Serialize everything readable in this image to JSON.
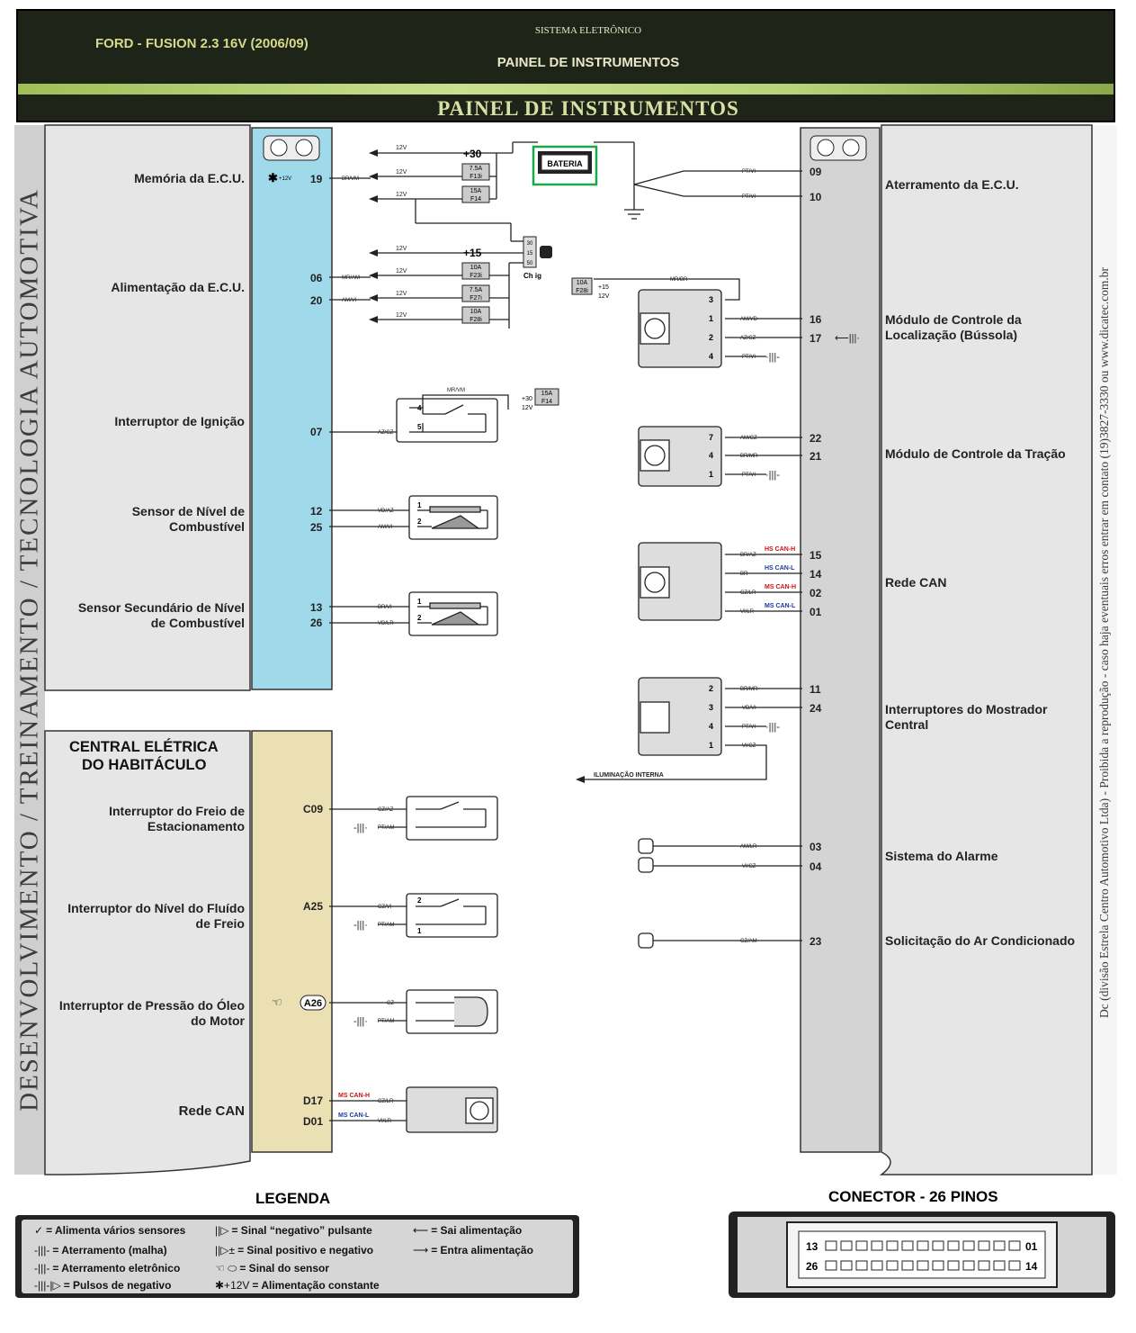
{
  "header": {
    "model": "FORD - FUSION 2.3 16V (2006/09)",
    "system": "SISTEMA ELETRÔNICO",
    "panel": "PAINEL DE INSTRUMENTOS",
    "title": "PAINEL DE INSTRUMENTOS"
  },
  "side_text": {
    "left": "DESENVOLVIMENTO / TREINAMENTO / TECNOLOGIA AUTOMOTIVA",
    "right": "Dc (divisão Estrela Centro Automotivo Ltda) - Proibida a reprodução - caso haja eventuais erros entrar em contato (19)3827-3330 ou www.dicatec.com.br"
  },
  "left_labels": {
    "memoria": "Memória da E.C.U.",
    "alimentacao": "Alimentação da E.C.U.",
    "ignicao": "Interruptor de Ignição",
    "nivel_1": "Sensor de Nível de",
    "nivel_2": "Combustível",
    "secundario_1": "Sensor Secundário de Nível",
    "secundario_2": "de Combustível",
    "central_1": "CENTRAL ELÉTRICA",
    "central_2": "DO HABITÁCULO",
    "freio_est_1": "Interruptor do Freio de",
    "freio_est_2": "Estacionamento",
    "fluido_1": "Interruptor do Nível do Fluído",
    "fluido_2": "de Freio",
    "oleo_1": "Interruptor de Pressão do Óleo",
    "oleo_2": "do Motor",
    "rede_can": "Rede CAN"
  },
  "right_labels": {
    "aterramento": "Aterramento da E.C.U.",
    "bussola_1": "Módulo de Controle da",
    "bussola_2": "Localização (Bússola)",
    "tracao": "Módulo de Controle da Tração",
    "rede_can": "Rede CAN",
    "mostrador_1": "Interruptores do Mostrador",
    "mostrador_2": "Central",
    "alarme": "Sistema do Alarme",
    "ar": "Solicitação do Ar Condicionado"
  },
  "pins_left": {
    "p19": "19",
    "p06": "06",
    "p20": "20",
    "p07": "07",
    "p12": "12",
    "p25": "25",
    "p13": "13",
    "p26": "26",
    "c09": "C09",
    "a25": "A25",
    "a26": "A26",
    "d17": "D17",
    "d01": "D01"
  },
  "pins_right": {
    "p09": "09",
    "p10": "10",
    "p16": "16",
    "p17": "17",
    "p22": "22",
    "p21": "21",
    "p15": "15",
    "p14": "14",
    "p02": "02",
    "p01": "01",
    "p11": "11",
    "p24": "24",
    "p03": "03",
    "p04": "04",
    "p23": "23"
  },
  "wires": {
    "br_vm": "BR/VM",
    "mr_am": "MR/AM",
    "am_vi": "AM/VI",
    "az_cz": "AZ/CZ",
    "vd_az": "VD/AZ",
    "am_vi2": "AM/VI",
    "br_vi": "BR/VI",
    "vd_lr": "VD/LR",
    "cz_az": "CZ/AZ",
    "pt_am": "PT/AM",
    "cz_vi": "CZ/VI",
    "cz": "CZ",
    "cz_lr": "CZ/LR",
    "vi_lr": "VI/LR",
    "pt_vi": "PT/VI",
    "mr_br": "MR/BR",
    "am_vd": "AM/VD",
    "am_cz": "AM/CZ",
    "az_cz2": "AZ/CZ",
    "br_mr": "BR/MR",
    "br_az": "BR/AZ",
    "br": "BR",
    "vi_lr2": "VI/LR",
    "br_mr2": "BR/MR",
    "vd_vi": "VD/VI",
    "vi_cz": "VI/CZ",
    "am_lr": "AM/LR",
    "cz_am": "CZ/AM",
    "mr_vm": "MR/VM"
  },
  "power": {
    "plus30": "+30",
    "plus15": "+15",
    "v12": "12V",
    "plus12": "+12V",
    "bateria": "BATERIA",
    "f14": "F14",
    "chig": "Ch ig",
    "plus15b": "+15",
    "plus30b": "+30"
  },
  "fuses": {
    "f13": {
      "amp": "7.5A",
      "id": "F13i"
    },
    "f14": {
      "amp": "15A",
      "id": "F14"
    },
    "f23": {
      "amp": "10A",
      "id": "F23i"
    },
    "f27": {
      "amp": "7.5A",
      "id": "F27i"
    },
    "f28": {
      "amp": "10A",
      "id": "F28i"
    },
    "f28b": {
      "amp": "10A",
      "id": "F28i"
    },
    "f14b": {
      "amp": "15A",
      "id": "F14"
    }
  },
  "can": {
    "hs_h": "HS CAN-H",
    "hs_l": "HS CAN-L",
    "ms_h": "MS CAN-H",
    "ms_l": "MS CAN-L"
  },
  "misc": {
    "iluminacao": "ILUMINAÇÃO INTERNA"
  },
  "legend": {
    "title": "LEGENDA",
    "items": [
      {
        "icon": "✓",
        "text": "= Alimenta vários sensores"
      },
      {
        "icon": "-|||-",
        "text": "= Aterramento (malha)"
      },
      {
        "icon": "-|||-",
        "text": "= Aterramento eletrônico"
      },
      {
        "icon": "-|||-|▷",
        "text": "= Pulsos de negativo"
      },
      {
        "icon": "||▷",
        "text": "= Sinal “negativo” pulsante"
      },
      {
        "icon": "||▷±",
        "text": "= Sinal positivo e negativo"
      },
      {
        "icon": "☜ ⬭",
        "text": "= Sinal do sensor"
      },
      {
        "icon": "✱+12V",
        "text": "= Alimentação constante"
      },
      {
        "icon": "⟵",
        "text": "= Sai alimentação"
      },
      {
        "icon": "⟶",
        "text": "= Entra alimentação"
      }
    ]
  },
  "connector": {
    "title": "CONECTOR - 26 PINOS",
    "top_left": "13",
    "top_right": "01",
    "bottom_left": "26",
    "bottom_right": "14"
  },
  "colors": {
    "ecu_left": "#9fd9ea",
    "central": "#ebe0b4",
    "right_bar": "#d4d4d4",
    "header_bg": "#1f2419",
    "can_h": "#d01010",
    "can_l": "#1a3aa0",
    "battery_border": "#1aa84a"
  }
}
